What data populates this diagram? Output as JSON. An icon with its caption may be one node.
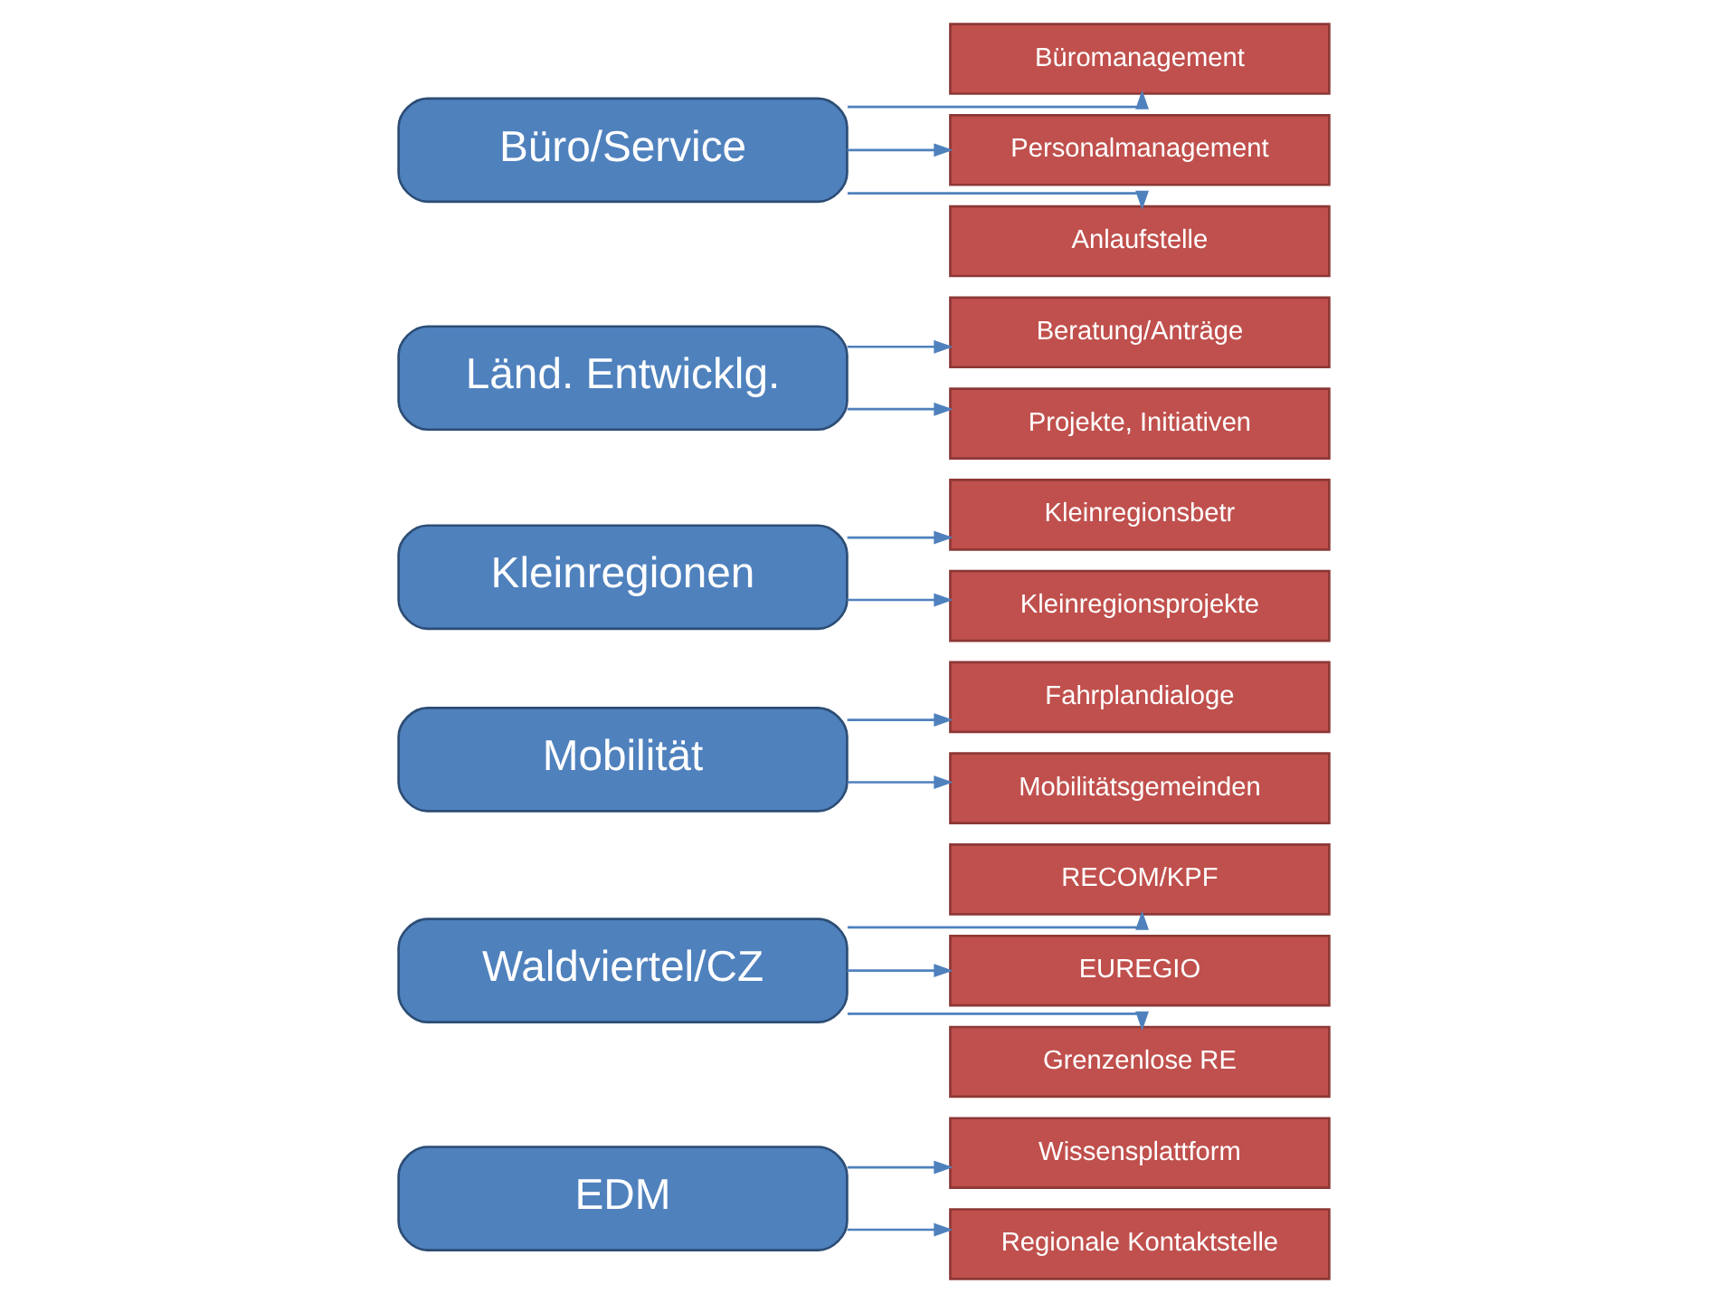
{
  "diagram": {
    "nodes": [
      {
        "text": [
          "EDM"
        ]
      },
      {
        "text": [
          "Wissensplattform"
        ]
      },
      {
        "text": [
          "Regionale Kontaktstelle"
        ]
      },
      {
        "text": [
          "Waldviertel/CZ"
        ]
      },
      {
        "text": [
          "RECOM/KPF"
        ]
      },
      {
        "text": [
          "EUREGIO"
        ]
      },
      {
        "text": [
          "Grenzenlose RE"
        ]
      },
      {
        "text": [
          "Mobilität"
        ]
      },
      {
        "text": [
          "Fahrplandialoge"
        ]
      },
      {
        "text": [
          "Mobilitätsgemeinden"
        ]
      },
      {
        "text": [
          "Kleinregionen"
        ]
      },
      {
        "text": [
          "Kleinregionsbetr"
        ]
      },
      {
        "text": [
          "Kleinregionsprojekte"
        ]
      },
      {
        "text": [
          "Länd. Entwicklg."
        ]
      },
      {
        "text": [
          "Beratung/Anträge"
        ]
      },
      {
        "text": [
          "Projekte, Initiativen"
        ]
      },
      {
        "text": [
          "Büro/Service"
        ]
      },
      {
        "text": [
          "Büromanagement"
        ]
      },
      {
        "text": [
          "Personalmanagement"
        ]
      },
      {
        "text": [
          "Anlaufstelle"
        ]
      }
    ],
    "edges": [
      {
        "from": 0,
        "to": 1,
        "arrow": "to"
      },
      {
        "from": 0,
        "to": 2,
        "arrow": "to"
      },
      {
        "from": 3,
        "to": 4,
        "arrow": "to"
      },
      {
        "from": 3,
        "to": 5,
        "arrow": "to"
      },
      {
        "from": 3,
        "to": 6,
        "arrow": "to"
      },
      {
        "from": 7,
        "to": 8,
        "arrow": "to"
      },
      {
        "from": 7,
        "to": 9,
        "arrow": "to"
      },
      {
        "from": 10,
        "to": 11,
        "arrow": "to"
      },
      {
        "from": 10,
        "to": 12,
        "arrow": "to"
      },
      {
        "from": 13,
        "to": 14,
        "arrow": "to"
      },
      {
        "from": 13,
        "to": 15,
        "arrow": "to"
      },
      {
        "from": 16,
        "to": 17,
        "arrow": "to"
      },
      {
        "from": 16,
        "to": 18,
        "arrow": "to"
      },
      {
        "from": 16,
        "to": 19,
        "arrow": "to"
      }
    ]
  }
}
